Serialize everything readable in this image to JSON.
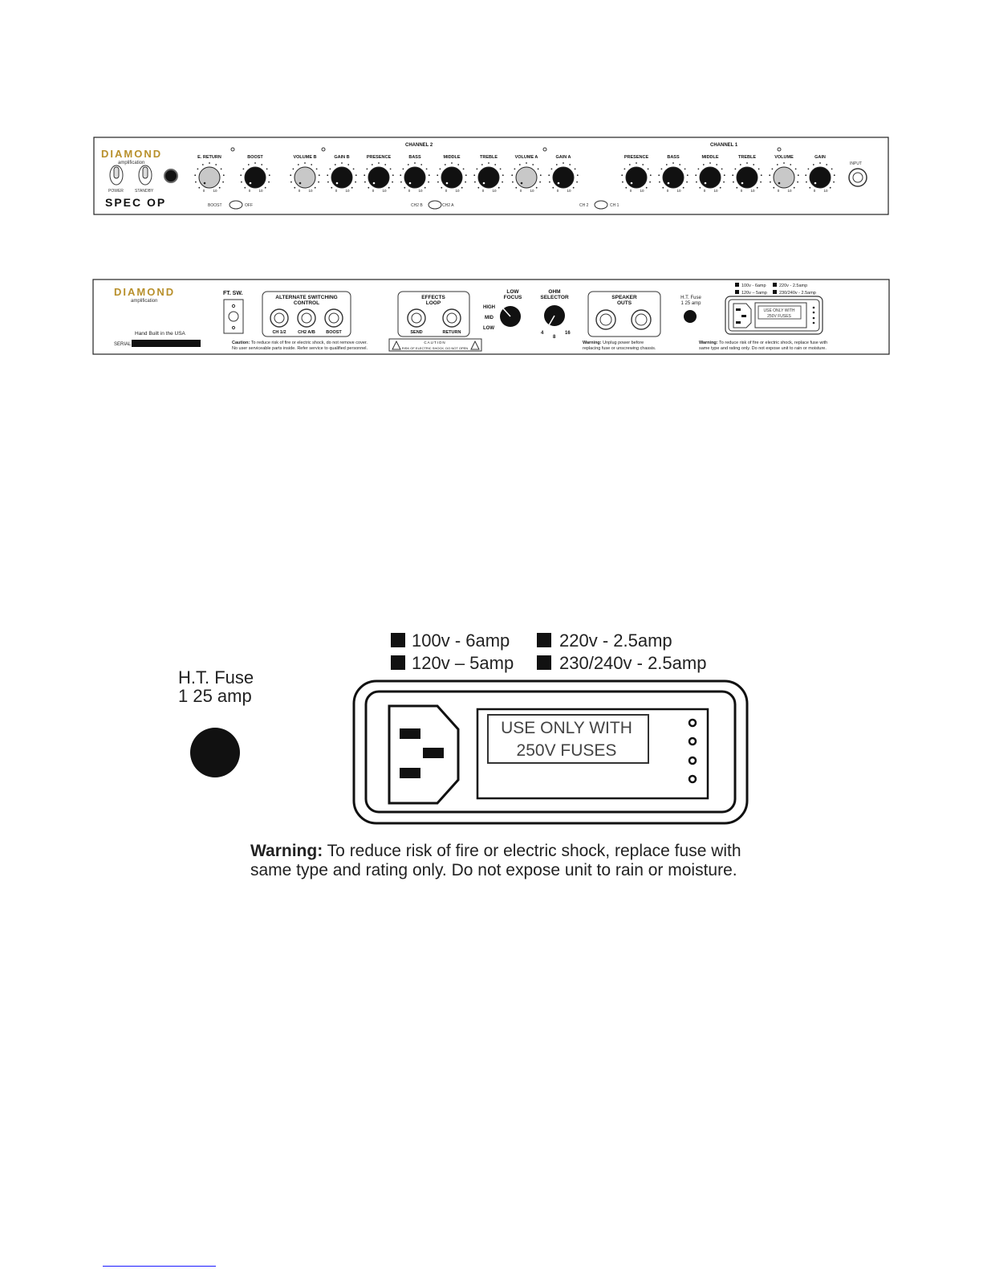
{
  "front_panel": {
    "brand": "DIAMOND",
    "brand_sub": "amplification",
    "model": "SPEC OP",
    "switches": {
      "power": "POWER",
      "standby": "STANDBY"
    },
    "channel2_label": "CHANNEL 2",
    "channel1_label": "CHANNEL 1",
    "knob_scale": {
      "min": "0",
      "max": "10"
    },
    "knobs": [
      {
        "label": "E. RETURN",
        "style": "light"
      },
      {
        "label": "BOOST",
        "style": "dark"
      },
      {
        "label": "VOLUME B",
        "style": "light"
      },
      {
        "label": "GAIN B",
        "style": "dark"
      },
      {
        "label": "PRESENCE",
        "style": "dark"
      },
      {
        "label": "BASS",
        "style": "dark"
      },
      {
        "label": "MIDDLE",
        "style": "dark"
      },
      {
        "label": "TREBLE",
        "style": "dark"
      },
      {
        "label": "VOLUME A",
        "style": "light"
      },
      {
        "label": "GAIN A",
        "style": "dark"
      },
      {
        "label": "PRESENCE",
        "style": "dark"
      },
      {
        "label": "BASS",
        "style": "dark"
      },
      {
        "label": "MIDDLE",
        "style": "dark"
      },
      {
        "label": "TREBLE",
        "style": "dark"
      },
      {
        "label": "VOLUME",
        "style": "light"
      },
      {
        "label": "GAIN",
        "style": "dark"
      }
    ],
    "input_label": "INPUT",
    "toggles": [
      {
        "left": "BOOST",
        "right": "OFF"
      },
      {
        "left": "CH2 B",
        "right": "CH2 A"
      },
      {
        "left": "CH 2",
        "right": "CH 1"
      }
    ]
  },
  "rear_panel": {
    "brand": "DIAMOND",
    "brand_sub": "amplification",
    "hand_built": "Hand Built in the USA",
    "serial_label": "SERIAL",
    "ft_sw": "FT. SW.",
    "alt_switching": {
      "title1": "ALTERNATE SWITCHING",
      "title2": "CONTROL",
      "jacks": [
        "CH 1/2",
        "CH2 A/B",
        "BOOST"
      ]
    },
    "caution_bold": "Caution:",
    "caution_line1": " To reduce risk of fire or electric shock, do not remove cover.",
    "caution_line2": "No user serviceable parts inside. Refer service to qualified personnel.",
    "effects_loop": {
      "title1": "EFFECTS",
      "title2": "LOOP",
      "jacks": [
        "SEND",
        "RETURN"
      ]
    },
    "caution_box_title": "CAUTION",
    "caution_box_text": "RISK OF ELECTRIC SHOCK. DO NOT OPEN",
    "low_focus": {
      "title1": "LOW",
      "title2": "FOCUS",
      "positions": [
        "HIGH",
        "MID",
        "LOW"
      ]
    },
    "ohm_selector": {
      "title1": "OHM",
      "title2": "SELECTOR",
      "positions": [
        "4",
        "8",
        "16"
      ]
    },
    "speaker_outs": {
      "title1": "SPEAKER",
      "title2": "OUTS"
    },
    "speaker_warning_bold": "Warning:",
    "speaker_warning_line1": " Unplug power before",
    "speaker_warning_line2": "replacing fuse or unscrewing chassis.",
    "ht_fuse_line1": "H.T. Fuse",
    "ht_fuse_line2": "1 25 amp",
    "voltages": [
      "100v - 6amp",
      "120v – 5amp",
      "220v - 2.5amp",
      "230/240v - 2.5amp"
    ],
    "fuse_label_line1": "USE ONLY WITH",
    "fuse_label_line2": "250V FUSES",
    "mains_warning_bold": "Warning:",
    "mains_warning_line1": " To reduce risk of fire or electric shock, replace fuse with",
    "mains_warning_line2": "same type and rating only. Do not expose unit to rain or moisture."
  },
  "detail": {
    "ht_fuse_line1": "H.T. Fuse",
    "ht_fuse_line2": "1 25 amp",
    "voltages": [
      "100v - 6amp",
      "120v – 5amp",
      "220v - 2.5amp",
      "230/240v - 2.5amp"
    ],
    "fuse_label_line1": "USE ONLY WITH",
    "fuse_label_line2": "250V FUSES",
    "warning_bold": "Warning:",
    "warning_line1": " To reduce risk of fire or electric shock, replace fuse with",
    "warning_line2": "same type and rating only. Do not expose unit to rain or moisture."
  },
  "colors": {
    "brand_gold": "#b8902c",
    "panel_line": "#222222",
    "light_knob": "#c8c8c8"
  }
}
